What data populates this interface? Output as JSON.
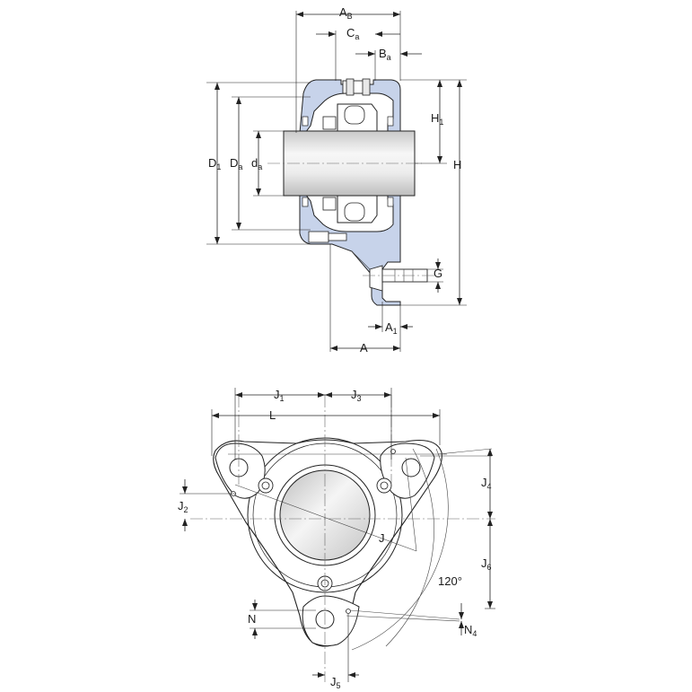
{
  "colors": {
    "housing": "#c7d3ea",
    "housing_dark": "#9fb0d4",
    "line": "#222222",
    "shaft_light": "#f2f2f2",
    "shaft_mid": "#d8d8d8"
  },
  "labels": {
    "A_B": {
      "main": "A",
      "sub": "B"
    },
    "C_a": {
      "main": "C",
      "sub": "a"
    },
    "B_a": {
      "main": "B",
      "sub": "a"
    },
    "H_1": {
      "main": "H",
      "sub": "1"
    },
    "H": {
      "main": "H",
      "sub": ""
    },
    "D_1": {
      "main": "D",
      "sub": "1"
    },
    "D_a": {
      "main": "D",
      "sub": "a"
    },
    "d_a": {
      "main": "d",
      "sub": "a"
    },
    "G": {
      "main": "G",
      "sub": ""
    },
    "A_1": {
      "main": "A",
      "sub": "1"
    },
    "A": {
      "main": "A",
      "sub": ""
    },
    "J_1": {
      "main": "J",
      "sub": "1"
    },
    "J_3": {
      "main": "J",
      "sub": "3"
    },
    "L": {
      "main": "L",
      "sub": ""
    },
    "J_4": {
      "main": "J",
      "sub": "4"
    },
    "J_2": {
      "main": "J",
      "sub": "2"
    },
    "J": {
      "main": "J",
      "sub": ""
    },
    "J_6": {
      "main": "J",
      "sub": "6"
    },
    "angle": {
      "main": "120°",
      "sub": ""
    },
    "N": {
      "main": "N",
      "sub": ""
    },
    "N_4": {
      "main": "N",
      "sub": "4"
    },
    "J_5": {
      "main": "J",
      "sub": "5"
    }
  }
}
